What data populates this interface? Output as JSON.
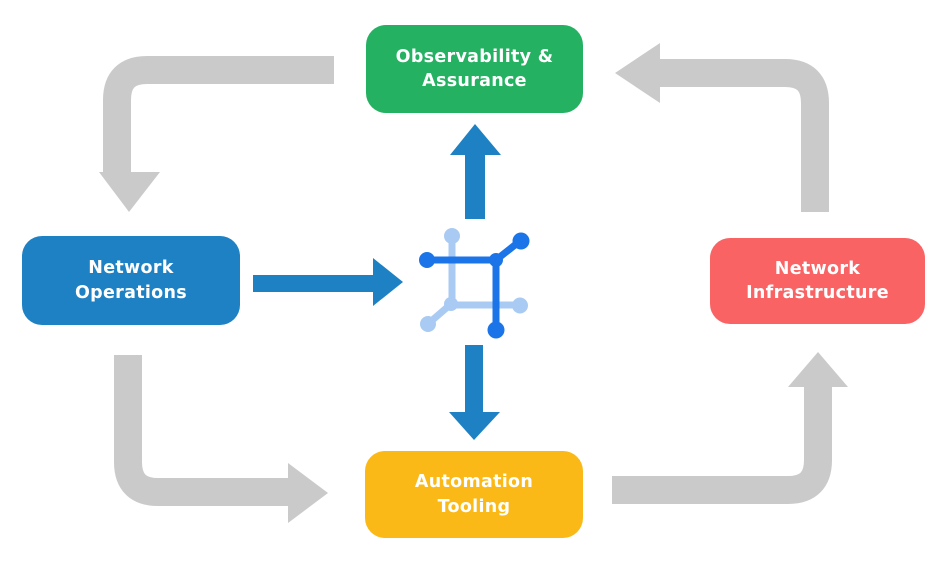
{
  "colors": {
    "background": "#FFFFFF",
    "observability": "#24B161",
    "operations": "#1E81C4",
    "infrastructure": "#FA6364",
    "automation": "#FBB917",
    "arrow_gray": "#CACACA",
    "arrow_blue": "#1E81C4",
    "icon_blue_dark": "#1B74E8",
    "icon_blue_light": "#A9CBF3",
    "label_text": "#FFFFFF"
  },
  "nodes": {
    "observability": {
      "label": "Observability &\nAssurance"
    },
    "operations": {
      "label": "Network\nOperations"
    },
    "infrastructure": {
      "label": "Network\nInfrastructure"
    },
    "automation": {
      "label": "Automation\nTooling"
    }
  },
  "center_icon": {
    "name": "network-mesh-icon"
  },
  "arrows": {
    "gray_cycle": [
      {
        "from": "Observability & Assurance",
        "to": "Network Operations",
        "shape": "left-then-down",
        "head": "down"
      },
      {
        "from": "Network Operations",
        "to": "Automation Tooling",
        "shape": "down-then-right",
        "head": "right"
      },
      {
        "from": "Automation Tooling",
        "to": "Network Infrastructure",
        "shape": "right-then-up",
        "head": "up"
      },
      {
        "from": "Network Infrastructure",
        "to": "Observability & Assurance",
        "shape": "up-then-left",
        "head": "left"
      }
    ],
    "blue_center": [
      {
        "from": "Network Operations",
        "to": "center-icon",
        "head": "right"
      },
      {
        "from": "center-icon",
        "to": "Observability & Assurance",
        "head": "up"
      },
      {
        "from": "center-icon",
        "to": "Automation Tooling",
        "head": "down"
      }
    ]
  }
}
